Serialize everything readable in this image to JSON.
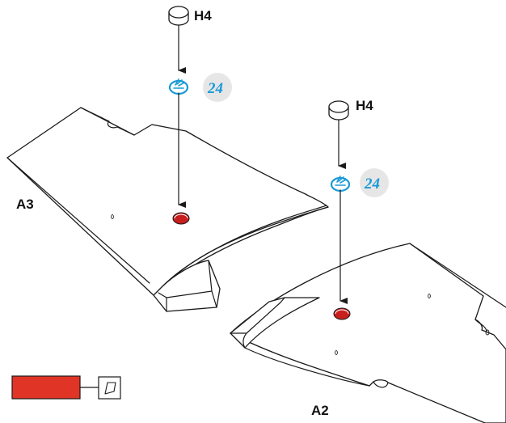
{
  "parts": {
    "wing_left": "A3",
    "wing_right": "A2",
    "insert_top": "H4",
    "insert_right": "H4"
  },
  "steps": {
    "glue_top": "24",
    "glue_right": "24"
  },
  "colors": {
    "paint_red": "#e03426",
    "glue_cyan": "#1a9ad6",
    "hole_red": "#c81e1e",
    "badge_grey": "#e6e6e6"
  },
  "icons": {
    "glue": "glue-drop-icon",
    "paint_swatch": "paint-swatch",
    "paint_symbol": "paint-pot-icon"
  }
}
